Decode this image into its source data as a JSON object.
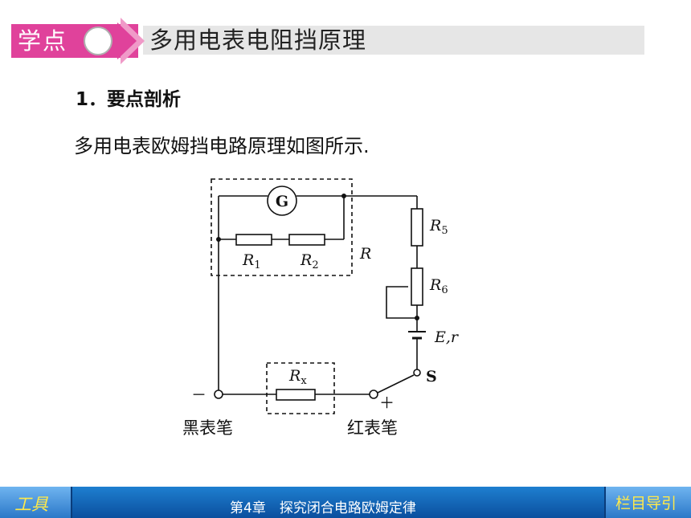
{
  "header": {
    "badge": "学点",
    "title": "多用电表电阻挡原理"
  },
  "section": {
    "heading": "1．要点剖析",
    "text": "多用电表欧姆挡电路原理如图所示."
  },
  "circuit": {
    "galvanometer": "G",
    "r1": {
      "main": "R",
      "sub": "1"
    },
    "r2": {
      "main": "R",
      "sub": "2"
    },
    "r_group": "R",
    "r5": {
      "main": "R",
      "sub": "5"
    },
    "r6": {
      "main": "R",
      "sub": "6"
    },
    "battery": "E,r",
    "switch": "S",
    "rx": {
      "main": "R",
      "sub": "x"
    },
    "minus": "－",
    "plus": "＋",
    "black_probe": "黑表笔",
    "red_probe": "红表笔"
  },
  "footer": {
    "tools": "工具",
    "chapter": "第4章　探究闭合电路欧姆定律",
    "nav": "栏目导引"
  },
  "colors": {
    "badge": "#e0429b",
    "footer": "#0b4f9e",
    "footer_text_accent": "#ffe94a"
  }
}
